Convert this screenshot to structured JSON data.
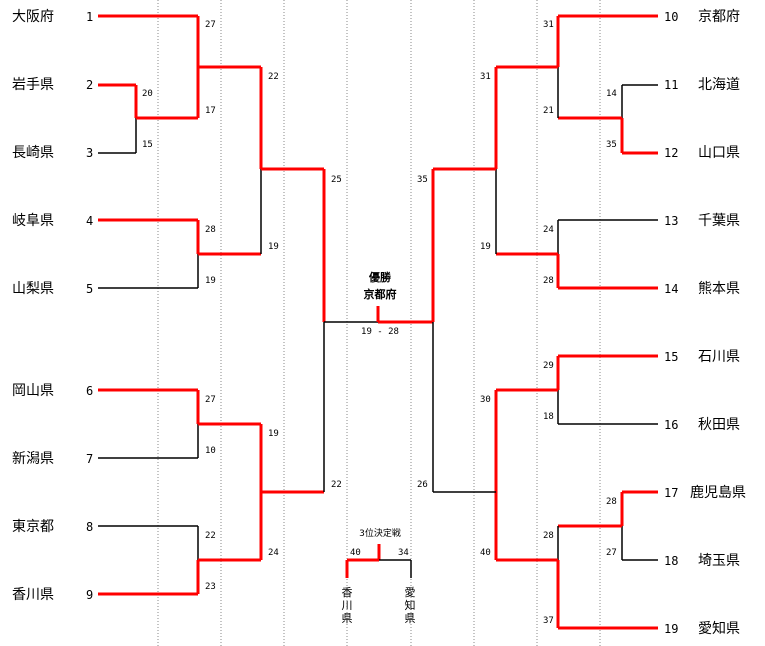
{
  "colors": {
    "winner": "#ff0000",
    "loser": "#000000",
    "guide": "#888888"
  },
  "left_teams": [
    {
      "seed": "1",
      "name": "大阪府"
    },
    {
      "seed": "2",
      "name": "岩手県"
    },
    {
      "seed": "3",
      "name": "長崎県"
    },
    {
      "seed": "4",
      "name": "岐阜県"
    },
    {
      "seed": "5",
      "name": "山梨県"
    },
    {
      "seed": "6",
      "name": "岡山県"
    },
    {
      "seed": "7",
      "name": "新潟県"
    },
    {
      "seed": "8",
      "name": "東京都"
    },
    {
      "seed": "9",
      "name": "香川県"
    }
  ],
  "right_teams": [
    {
      "seed": "10",
      "name": "京都府"
    },
    {
      "seed": "11",
      "name": "北海道"
    },
    {
      "seed": "12",
      "name": "山口県"
    },
    {
      "seed": "13",
      "name": "千葉県"
    },
    {
      "seed": "14",
      "name": "熊本県"
    },
    {
      "seed": "15",
      "name": "石川県"
    },
    {
      "seed": "16",
      "name": "秋田県"
    },
    {
      "seed": "17",
      "name": "鹿児島県"
    },
    {
      "seed": "18",
      "name": "埼玉県"
    },
    {
      "seed": "19",
      "name": "愛知県"
    }
  ],
  "scores": {
    "l_1": "27",
    "l_2": "20",
    "l_3": "15",
    "l_2v": "17",
    "l_1v": "22",
    "l_4": "28",
    "l_5": "19",
    "l_45": "19",
    "l_top": "25",
    "l_6": "27",
    "l_7": "10",
    "l_67": "19",
    "l_8": "22",
    "l_9": "23",
    "l_89": "24",
    "l_bot": "22",
    "r_10": "31",
    "r_1112": "21",
    "r_11": "14",
    "r_12": "35",
    "r_top1": "31",
    "r_top2": "19",
    "r_13": "24",
    "r_14": "28",
    "r_topf": "35",
    "r_botf": "26",
    "r_15": "29",
    "r_16": "18",
    "r_1516": "30",
    "r_17": "28",
    "r_18": "27",
    "r_1718": "28",
    "r_19": "37",
    "r_b": "40"
  },
  "champion": {
    "title": "優勝",
    "name": "京都府",
    "final_score": "19 - 28"
  },
  "third_place": {
    "title": "3位決定戦",
    "left_score": "40",
    "right_score": "34",
    "left_team": "香川県",
    "right_team": "愛知県"
  }
}
